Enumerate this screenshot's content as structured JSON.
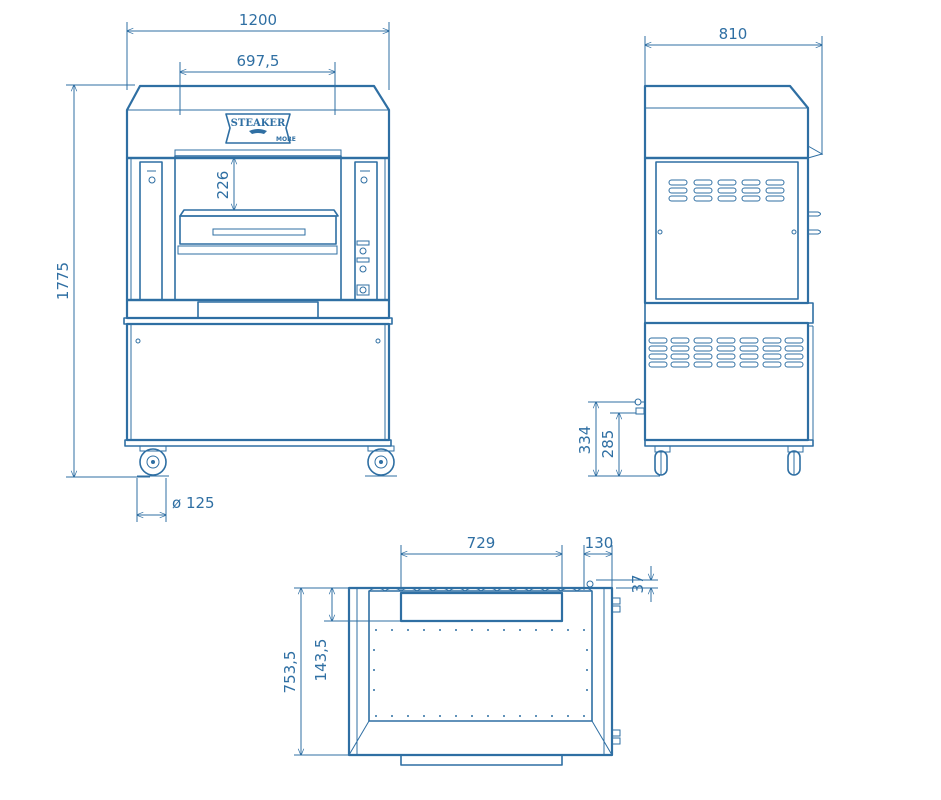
{
  "brand": {
    "name": "STEAKER",
    "maker": "MORE"
  },
  "colors": {
    "line": "#2f6fa3",
    "background": "#ffffff"
  },
  "front_view": {
    "width": "1200",
    "opening_width": "697,5",
    "height": "1775",
    "opening_height": "226",
    "wheel_diameter": "ø 125"
  },
  "side_view": {
    "depth": "810",
    "height_334": "334",
    "height_285": "285"
  },
  "top_view": {
    "inner_width": "729",
    "rear_offset": "130",
    "small_offset": "37",
    "depth": "753,5",
    "front_offset": "143,5"
  }
}
